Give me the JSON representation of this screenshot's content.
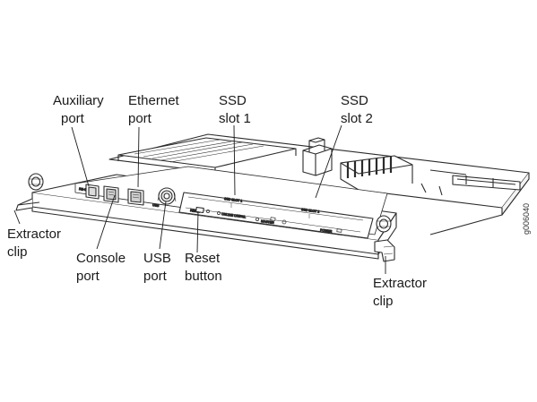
{
  "callouts": {
    "auxiliary_port": [
      "Auxiliary",
      "port"
    ],
    "ethernet_port": [
      "Ethernet",
      "port"
    ],
    "ssd_slot_1": [
      "SSD",
      "slot 1"
    ],
    "ssd_slot_2": [
      "SSD",
      "slot 2"
    ],
    "extractor_clip_left": [
      "Extractor",
      "clip"
    ],
    "console_port": [
      "Console",
      "port"
    ],
    "usb_port": [
      "USB",
      "port"
    ],
    "reset_button": [
      "Reset",
      "button"
    ],
    "extractor_clip_right": [
      "Extractor",
      "clip"
    ]
  },
  "figure_id": "g006040",
  "colors": {
    "line": "#2b2b2b",
    "label": "#1a1a1a",
    "background": "#ffffff"
  }
}
